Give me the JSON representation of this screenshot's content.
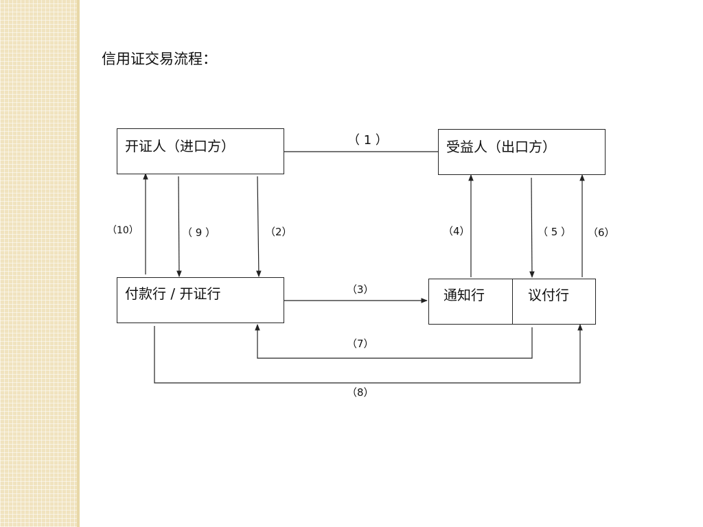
{
  "slide": {
    "title": "信用证交易流程："
  },
  "diagram": {
    "nodes": {
      "applicant": "开证人（进口方）",
      "beneficiary": "受益人（出口方）",
      "issuing_bank": "付款行 / 开证行",
      "advising_bank": "通知行",
      "negotiating_bank": "议付行"
    },
    "steps": {
      "s1": "（ 1 ）",
      "s2": "（2）",
      "s3": "（3）",
      "s4": "（4）",
      "s5": "（ 5 ）",
      "s6": "（6）",
      "s7": "（7）",
      "s8": "（8）",
      "s9": "（ 9 ）",
      "s10": "（10）"
    }
  }
}
